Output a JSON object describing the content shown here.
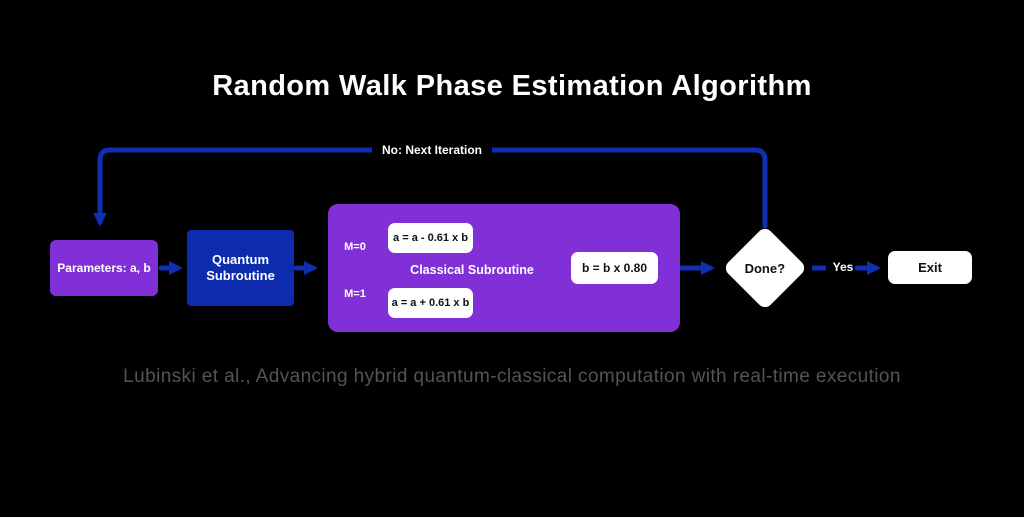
{
  "title": "Random Walk Phase Estimation Algorithm",
  "caption": "Lubinski et al., Advancing hybrid quantum-classical computation with real-time execution",
  "flowchart": {
    "loop_label": "No: Next Iteration",
    "parameters_label": "Parameters: a, b",
    "quantum_label": "Quantum Subroutine",
    "classical_label": "Classical Subroutine",
    "branch_m0": "M=0",
    "branch_m1": "M=1",
    "formula_m0": "a = a - 0.61 x b",
    "formula_m1": "a = a + 0.61 x b",
    "formula_b": "b = b x 0.80",
    "decision_label": "Done?",
    "yes_label": "Yes",
    "exit_label": "Exit"
  },
  "colors": {
    "background": "#000000",
    "purple": "#8130d8",
    "blue_box": "#0c2bad",
    "arrow_blue": "#0e2eb3",
    "node_white": "#ffffff",
    "text_dark": "#111111",
    "caption_gray": "#545454"
  }
}
